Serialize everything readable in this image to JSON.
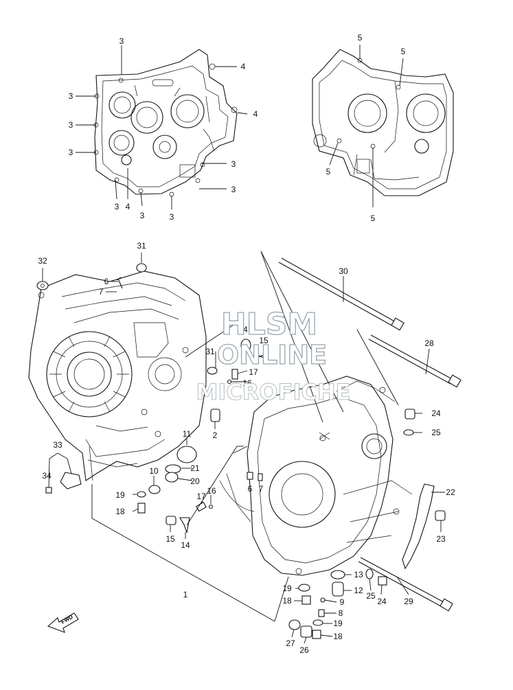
{
  "watermark": {
    "line1": "HLSM",
    "line2": "ONLINE",
    "line3": "MICROFICHE"
  },
  "fwd_label": "FWD",
  "callouts": [
    {
      "id": "c3a",
      "text": "3"
    },
    {
      "id": "c3b",
      "text": "3"
    },
    {
      "id": "c3c",
      "text": "3"
    },
    {
      "id": "c3d",
      "text": "3"
    },
    {
      "id": "c3e",
      "text": "3"
    },
    {
      "id": "c3f",
      "text": "3"
    },
    {
      "id": "c3g",
      "text": "3"
    },
    {
      "id": "c3h",
      "text": "3"
    },
    {
      "id": "c3i",
      "text": "3"
    },
    {
      "id": "c4a",
      "text": "4"
    },
    {
      "id": "c4b",
      "text": "4"
    },
    {
      "id": "c4c",
      "text": "4"
    },
    {
      "id": "c5a",
      "text": "5"
    },
    {
      "id": "c5b",
      "text": "5"
    },
    {
      "id": "c5c",
      "text": "5"
    },
    {
      "id": "c5d",
      "text": "5"
    },
    {
      "id": "c31a",
      "text": "31"
    },
    {
      "id": "c32",
      "text": "32"
    },
    {
      "id": "c6a",
      "text": "6"
    },
    {
      "id": "c7a",
      "text": "7"
    },
    {
      "id": "c30",
      "text": "30"
    },
    {
      "id": "c28",
      "text": "28"
    },
    {
      "id": "c14a",
      "text": "14"
    },
    {
      "id": "c15a",
      "text": "15"
    },
    {
      "id": "c31b",
      "text": "31"
    },
    {
      "id": "c17a",
      "text": "17"
    },
    {
      "id": "c16a",
      "text": "16"
    },
    {
      "id": "c2",
      "text": "2"
    },
    {
      "id": "c24a",
      "text": "24"
    },
    {
      "id": "c25a",
      "text": "25"
    },
    {
      "id": "c11",
      "text": "11"
    },
    {
      "id": "c33",
      "text": "33"
    },
    {
      "id": "c21",
      "text": "21"
    },
    {
      "id": "c10",
      "text": "10"
    },
    {
      "id": "c20",
      "text": "20"
    },
    {
      "id": "c34",
      "text": "34"
    },
    {
      "id": "c6b",
      "text": "6"
    },
    {
      "id": "c7b",
      "text": "7"
    },
    {
      "id": "c22",
      "text": "22"
    },
    {
      "id": "c19a",
      "text": "19"
    },
    {
      "id": "c17b",
      "text": "17"
    },
    {
      "id": "c16b",
      "text": "16"
    },
    {
      "id": "c18a",
      "text": "18"
    },
    {
      "id": "c15b",
      "text": "15"
    },
    {
      "id": "c14b",
      "text": "14"
    },
    {
      "id": "c23",
      "text": "23"
    },
    {
      "id": "c1",
      "text": "1"
    },
    {
      "id": "c13",
      "text": "13"
    },
    {
      "id": "c19b",
      "text": "19"
    },
    {
      "id": "c12",
      "text": "12"
    },
    {
      "id": "c25b",
      "text": "25"
    },
    {
      "id": "c24b",
      "text": "24"
    },
    {
      "id": "c29",
      "text": "29"
    },
    {
      "id": "c9",
      "text": "9"
    },
    {
      "id": "c18b",
      "text": "18"
    },
    {
      "id": "c8",
      "text": "8"
    },
    {
      "id": "c19c",
      "text": "19"
    },
    {
      "id": "c27",
      "text": "27"
    },
    {
      "id": "c18c",
      "text": "18"
    },
    {
      "id": "c26",
      "text": "26"
    }
  ]
}
